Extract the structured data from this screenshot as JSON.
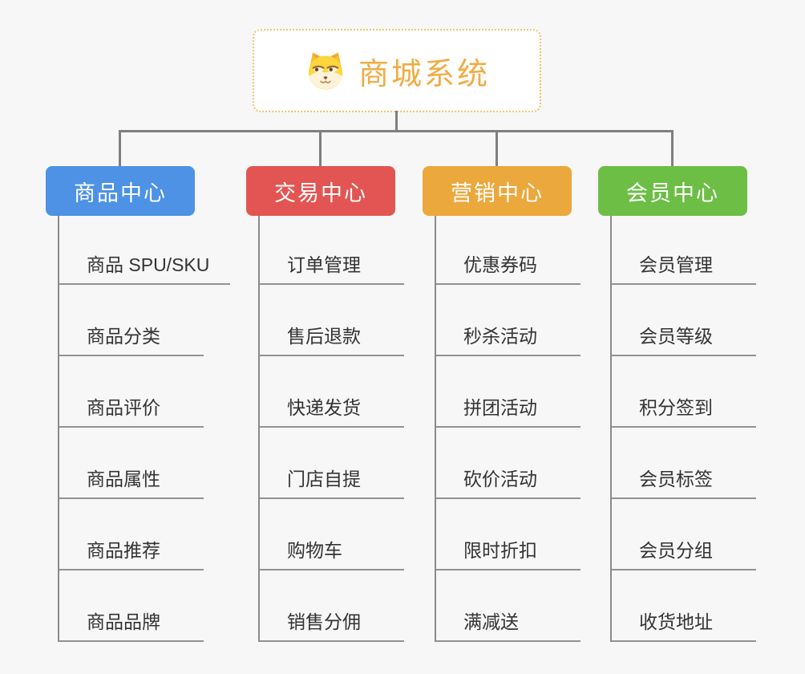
{
  "root": {
    "title": "商城系统",
    "icon": "dog-face-icon"
  },
  "branches": [
    {
      "label": "商品中心",
      "color": "#4d92e5",
      "children": [
        "商品 SPU/SKU",
        "商品分类",
        "商品评价",
        "商品属性",
        "商品推荐",
        "商品品牌"
      ]
    },
    {
      "label": "交易中心",
      "color": "#e25552",
      "children": [
        "订单管理",
        "售后退款",
        "快递发货",
        "门店自提",
        "购物车",
        "销售分佣"
      ]
    },
    {
      "label": "营销中心",
      "color": "#ebA83c",
      "children": [
        "优惠券码",
        "秒杀活动",
        "拼团活动",
        "砍价活动",
        "限时折扣",
        "满减送"
      ]
    },
    {
      "label": "会员中心",
      "color": "#6dbe45",
      "children": [
        "会员管理",
        "会员等级",
        "积分签到",
        "会员标签",
        "会员分组",
        "收货地址"
      ]
    }
  ],
  "colors": {
    "background": "#f7f7f7",
    "root_text": "#f0ac44",
    "root_border": "#f4c469",
    "connector": "#7f7f7f",
    "child_text": "#333333",
    "child_line": "#929292"
  }
}
